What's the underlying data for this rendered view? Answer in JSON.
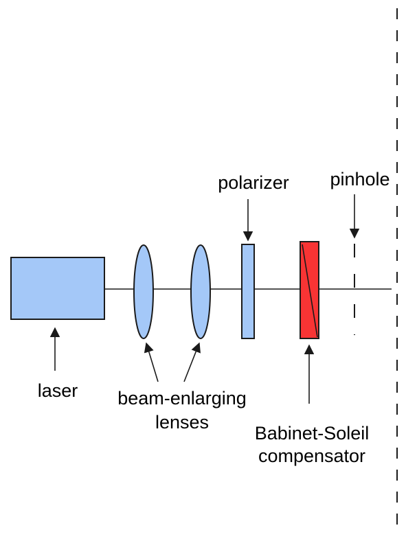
{
  "labels": {
    "laser": "laser",
    "lenses_line1": "beam-enlarging",
    "lenses_line2": "lenses",
    "polarizer": "polarizer",
    "pinhole": "pinhole",
    "compensator_line1": "Babinet-Soleil",
    "compensator_line2": "compensator"
  },
  "colors": {
    "optic_fill": "#a4c8f8",
    "compensator_fill": "#f83434",
    "stroke": "#1a1a1a",
    "background": "#ffffff"
  }
}
